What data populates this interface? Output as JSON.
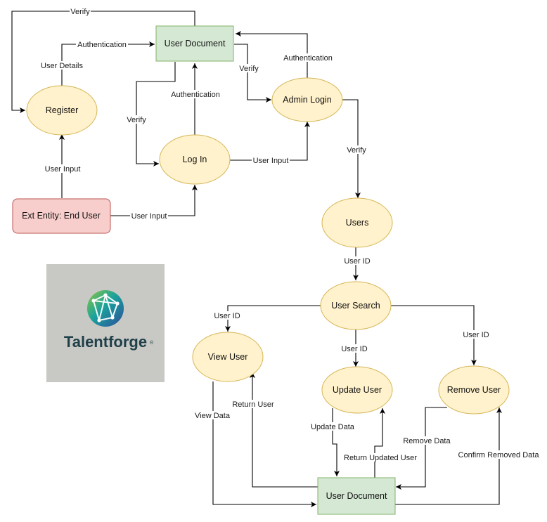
{
  "colors": {
    "process_fill": "#fff2cc",
    "process_stroke": "#d6b656",
    "store_fill": "#d5e8d4",
    "store_stroke": "#82b366",
    "entity_fill": "#f8cecc",
    "entity_stroke": "#b85450",
    "logo_bg": "#c8c8c4",
    "logo_text": "#1f3f49",
    "line": "#000000"
  },
  "nodes": {
    "user_document_top": "User Document",
    "register": "Register",
    "admin_login": "Admin Login",
    "log_in": "Log In",
    "ext_entity": "Ext Entity: End User",
    "users": "Users",
    "user_search": "User Search",
    "view_user": "View User",
    "update_user": "Update User",
    "remove_user": "Remove User",
    "user_document_bottom": "User Document"
  },
  "labels": {
    "verify_top": "Verify",
    "authentication_top": "Authentication",
    "user_details": "User Details",
    "authentication_admin": "Authentication",
    "verify_admin": "Verify",
    "authentication_login": "Authentication",
    "verify_login": "Verify",
    "user_input_login_admin": "User Input",
    "user_input_register": "User Input",
    "user_input_login": "User Input",
    "verify_users": "Verify",
    "user_id_users": "User ID",
    "user_id_view": "User ID",
    "user_id_update": "User ID",
    "user_id_remove": "User ID",
    "return_user": "Return User",
    "view_data": "View Data",
    "update_data": "Update Data",
    "return_updated_user": "Return Updated User",
    "remove_data": "Remove Data",
    "confirm_removed_data": "Confirm Removed Data"
  },
  "logo": {
    "icon": "network-globe-icon",
    "text": "Talentforge",
    "mark": "®"
  }
}
